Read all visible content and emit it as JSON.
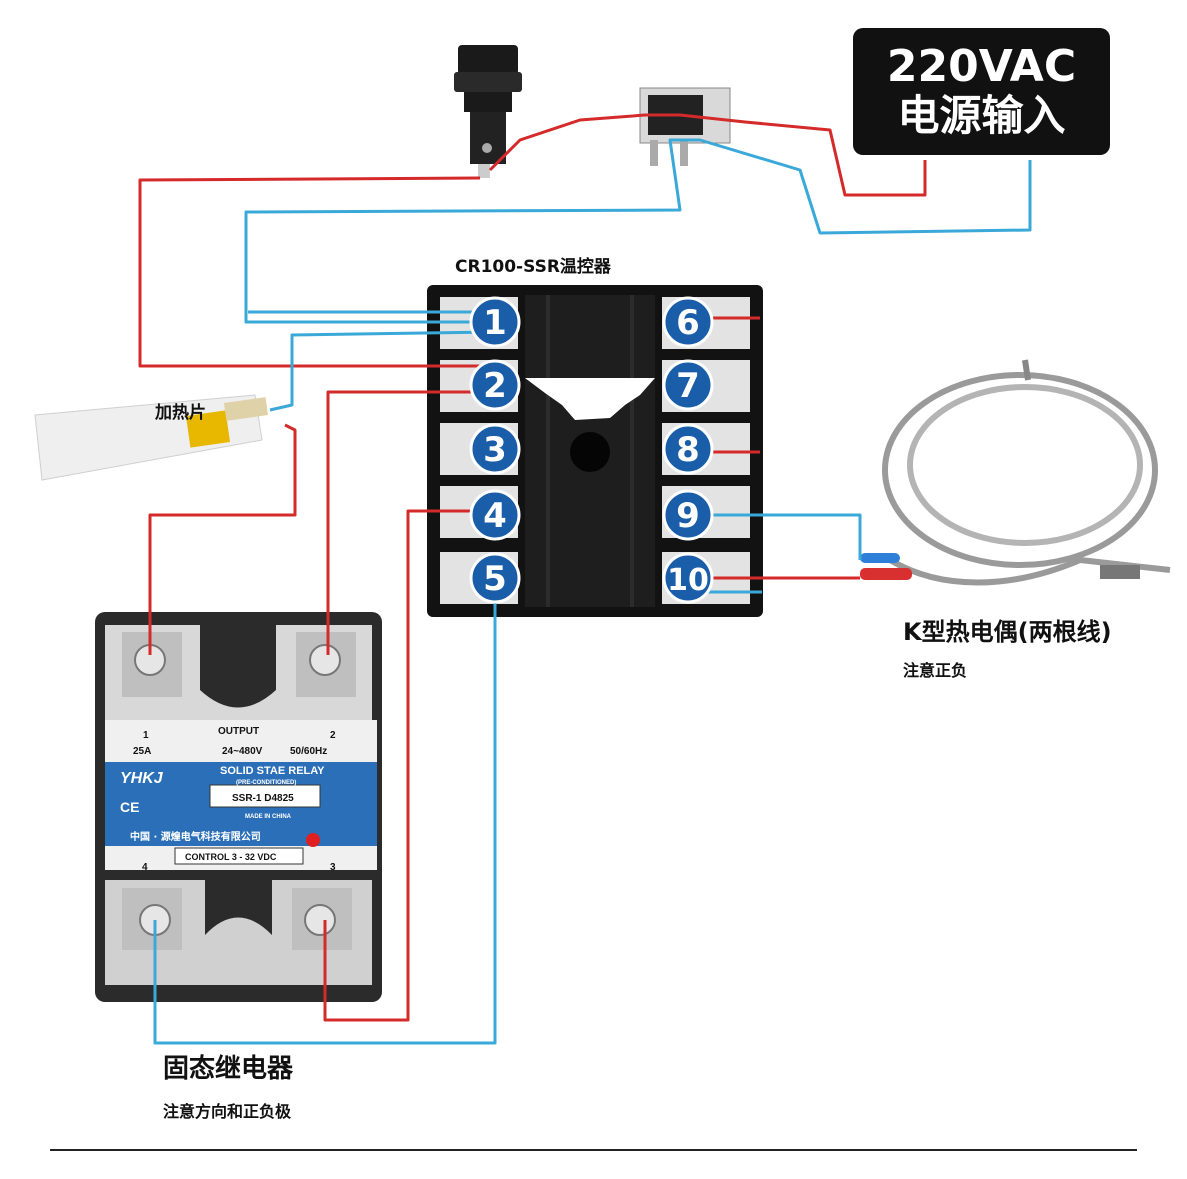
{
  "power": {
    "line1": "220VAC",
    "line2": "电源输入"
  },
  "controller": {
    "title": "CR100-SSR温控器",
    "left_terminals": [
      "1",
      "2",
      "3",
      "4",
      "5"
    ],
    "right_terminals": [
      "6",
      "7",
      "8",
      "9",
      "10"
    ]
  },
  "heater": {
    "label": "加热片"
  },
  "ssr": {
    "title": "固态继电器",
    "note": "注意方向和正负极",
    "brand": "YHKJ",
    "output_label": "OUTPUT",
    "current": "25A",
    "voltage": "24~480V",
    "freq": "50/60Hz",
    "type": "SOLID STAE RELAY",
    "sub": "(PRE-CONDITIONED)",
    "model": "SSR-1 D4825",
    "made": "MADE IN CHINA",
    "company": "中国 · 源煌电气科技有限公司",
    "control": "CONTROL 3 - 32 VDC",
    "ce": "CE",
    "t1": "1",
    "t2": "2",
    "t3": "3",
    "t4": "4"
  },
  "thermocouple": {
    "label": "K型热电偶(两根线)",
    "note": "注意正负"
  },
  "colors": {
    "red_wire": "#d42a2a",
    "blue_wire": "#3aa8d8",
    "terminal_blue": "#1a5da8",
    "relay_blue": "#2a6fb8"
  }
}
